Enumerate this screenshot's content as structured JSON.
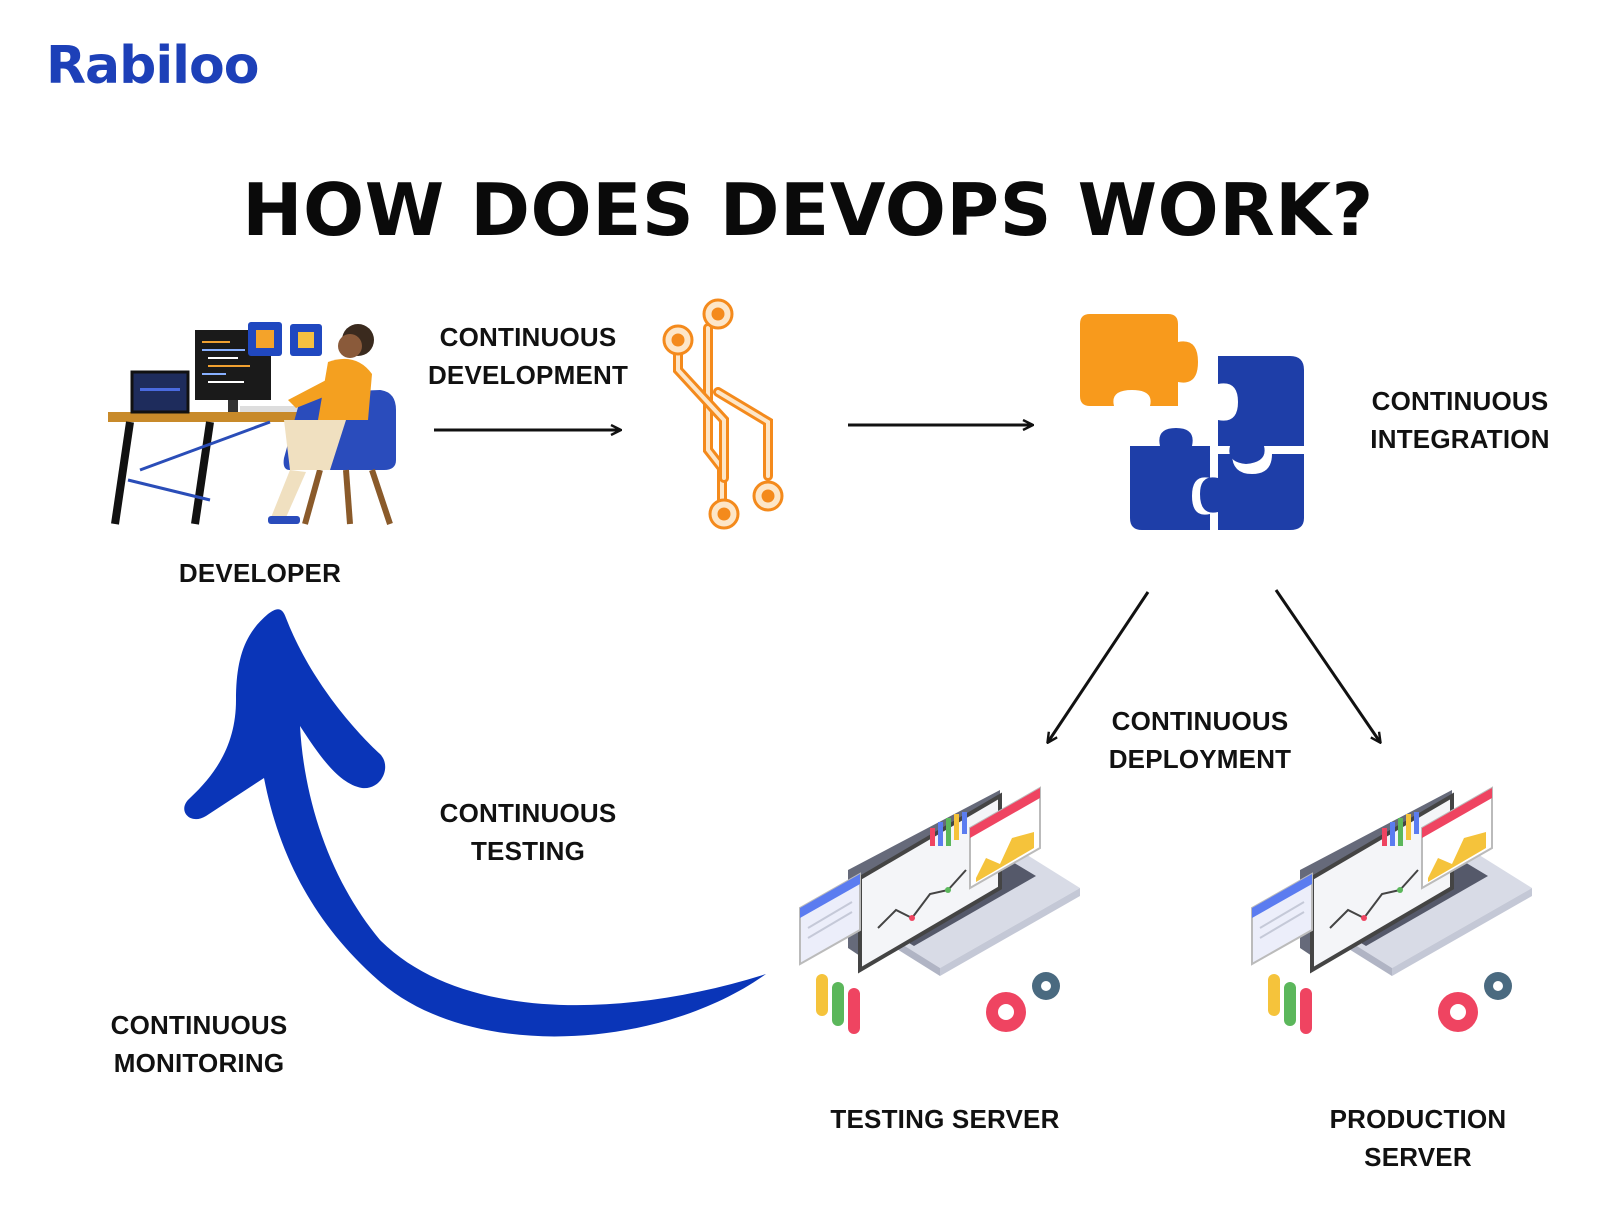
{
  "brand": {
    "logo_text": "Rabiloo",
    "color": "#1d40b8"
  },
  "title": "HOW DOES DEVOPS WORK?",
  "nodes": {
    "developer": "DEVELOPER",
    "testing_server": "TESTING SERVER",
    "production_server": [
      "PRODUCTION",
      "SERVER"
    ]
  },
  "stages": {
    "development": [
      "CONTINUOUS",
      "DEVELOPMENT"
    ],
    "integration": [
      "CONTINUOUS",
      "INTEGRATION"
    ],
    "deployment": [
      "CONTINUOUS",
      "DEPLOYMENT"
    ],
    "testing": [
      "CONTINUOUS",
      "TESTING"
    ],
    "monitoring": [
      "CONTINUOUS",
      "MONITORING"
    ]
  },
  "colors": {
    "orange": "#f89a1c",
    "blue": "#1e3ea8",
    "loop_arrow": "#0a35b8",
    "red": "#ef4461",
    "yellow": "#f5c33b",
    "green": "#5bb75b"
  },
  "icons": [
    "developer-illustration",
    "git-branch-icon",
    "puzzle-icon",
    "laptop-dashboard-icon"
  ]
}
